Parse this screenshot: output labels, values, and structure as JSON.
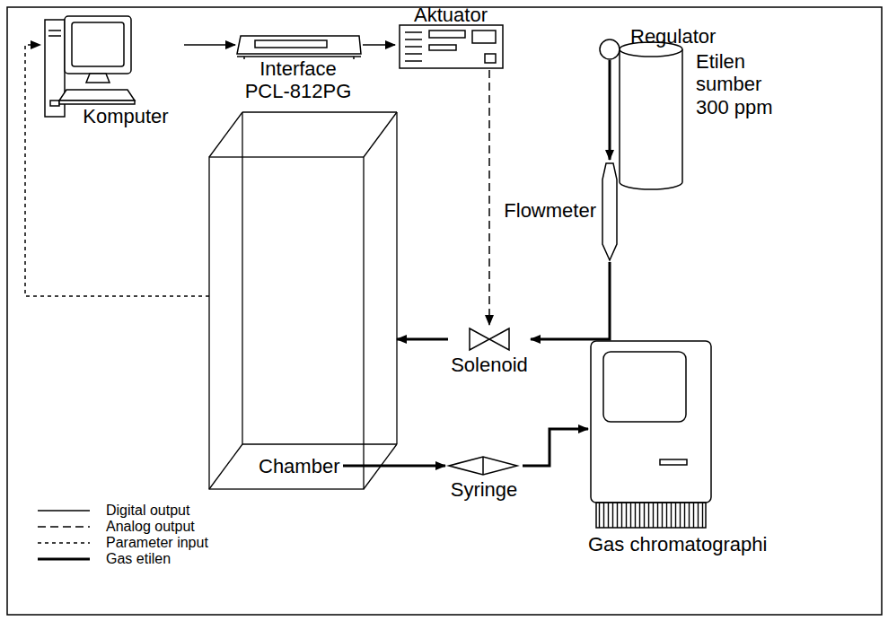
{
  "diagram": {
    "nodes": [
      {
        "text": [
          "Komputer"
        ]
      },
      {
        "text": [
          "Interface PCL-812PG"
        ]
      },
      {
        "text": [
          "Aktuator"
        ]
      },
      {
        "text": [
          "Regulator"
        ]
      },
      {
        "text": [
          "Etilen sumber 300 ppm"
        ]
      },
      {
        "text": [
          "Flowmeter"
        ]
      },
      {
        "text": [
          "Solenoid"
        ]
      },
      {
        "text": [
          "Chamber"
        ]
      },
      {
        "text": [
          "Syringe"
        ]
      },
      {
        "text": [
          "Gas chromatographi"
        ]
      }
    ],
    "edges": [
      {
        "from": 0,
        "to": 1,
        "arrow": "to"
      },
      {
        "from": 1,
        "to": 2,
        "arrow": "to"
      },
      {
        "from": 2,
        "to": 6,
        "arrow": "to"
      },
      {
        "from": 3,
        "to": 5,
        "arrow": "to"
      },
      {
        "from": 5,
        "to": 6,
        "arrow": "to"
      },
      {
        "from": 6,
        "to": 7,
        "arrow": "to"
      },
      {
        "from": 7,
        "to": 8,
        "arrow": "to"
      },
      {
        "from": 8,
        "to": 9,
        "arrow": "to"
      },
      {
        "from": 7,
        "to": 0,
        "arrow": "to"
      }
    ],
    "legend": [
      {
        "text": "Digital output"
      },
      {
        "text": "Analog output"
      },
      {
        "text": "Parameter input"
      },
      {
        "text": "Gas etilen"
      }
    ]
  }
}
